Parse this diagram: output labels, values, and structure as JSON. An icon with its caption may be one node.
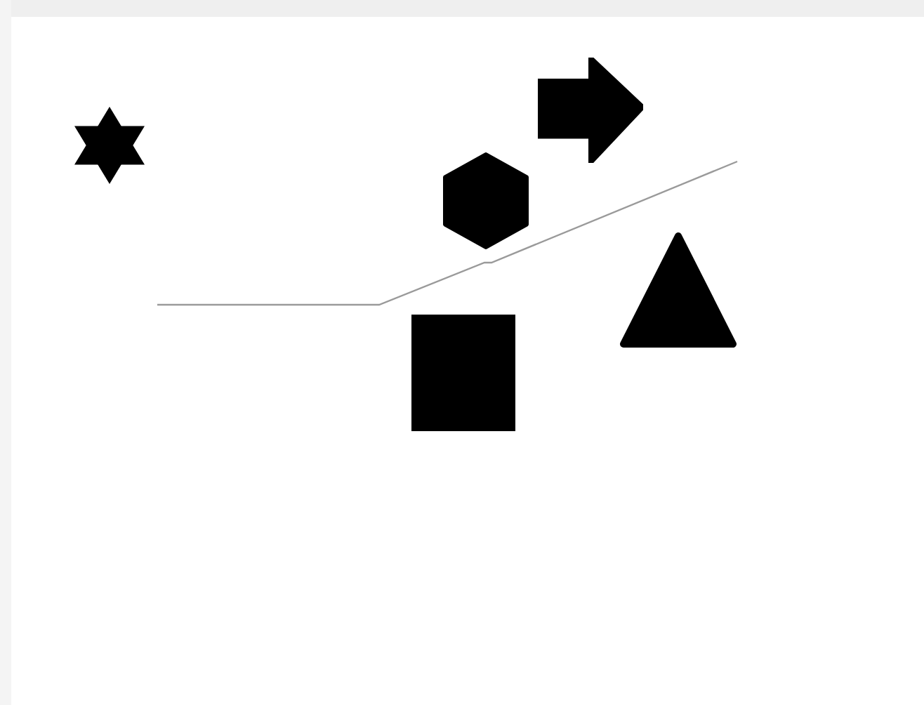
{
  "diagram": {
    "nodes": [
      {
        "text": [],
        "shape": "star"
      },
      {
        "text": [],
        "shape": "arrow"
      },
      {
        "text": [],
        "shape": "hexagon"
      },
      {
        "text": [],
        "shape": "triangle"
      },
      {
        "text": [],
        "shape": "box"
      }
    ]
  }
}
